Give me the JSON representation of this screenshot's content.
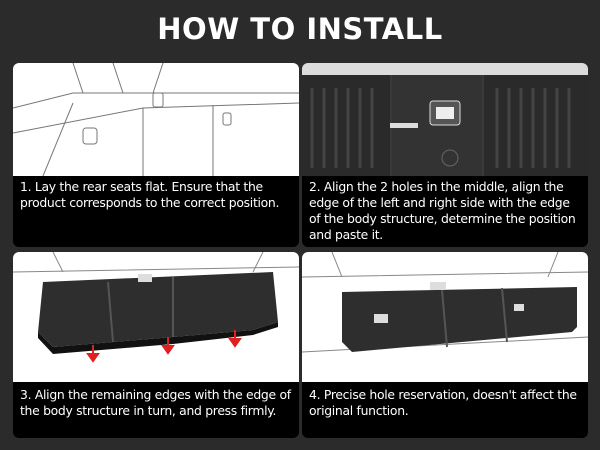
{
  "title": "HOW TO INSTALL",
  "steps": [
    {
      "caption": "1. Lay the rear seats flat. Ensure that the product corresponds to the correct position."
    },
    {
      "caption": "2. Align the 2 holes in the middle, align the edge of the left and right side with the edge of the body structure, determine the position and paste it."
    },
    {
      "caption": "3. Align the remaining edges with the edge of the body structure in turn, and press firmly."
    },
    {
      "caption": "4. Precise hole reservation, doesn't affect the original function."
    }
  ],
  "colors": {
    "background": "#2b2b2b",
    "caption_bg": "#000000",
    "arrow": "#e02020"
  }
}
